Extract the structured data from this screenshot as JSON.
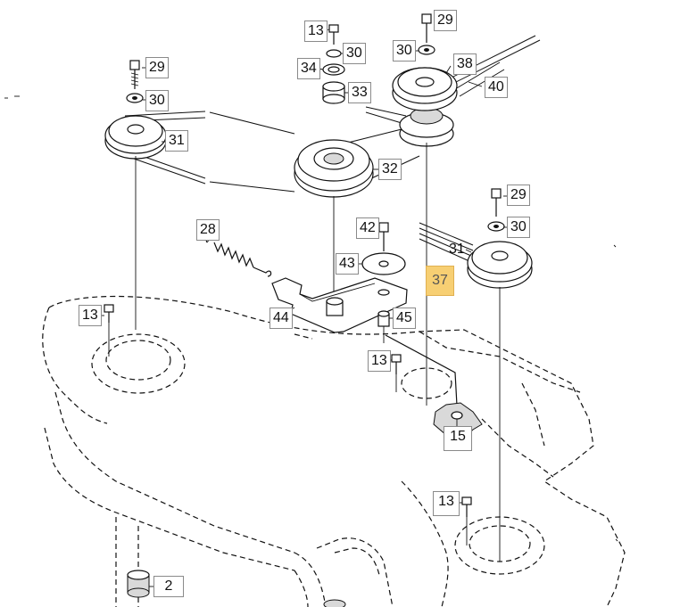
{
  "callouts": [
    {
      "id": "c13a",
      "label": "13"
    },
    {
      "id": "c30a",
      "label": "30"
    },
    {
      "id": "c34",
      "label": "34"
    },
    {
      "id": "c33",
      "label": "33"
    },
    {
      "id": "c29a",
      "label": "29"
    },
    {
      "id": "c30b",
      "label": "30"
    },
    {
      "id": "c38",
      "label": "38"
    },
    {
      "id": "c40",
      "label": "40"
    },
    {
      "id": "c29b",
      "label": "29"
    },
    {
      "id": "c30c",
      "label": "30"
    },
    {
      "id": "c31a",
      "label": "31"
    },
    {
      "id": "c32",
      "label": "32"
    },
    {
      "id": "c28",
      "label": "28"
    },
    {
      "id": "c42",
      "label": "42"
    },
    {
      "id": "c43",
      "label": "43"
    },
    {
      "id": "c37",
      "label": "37"
    },
    {
      "id": "c29c",
      "label": "29"
    },
    {
      "id": "c30d",
      "label": "30"
    },
    {
      "id": "c31b",
      "label": "31"
    },
    {
      "id": "c44",
      "label": "44"
    },
    {
      "id": "c45",
      "label": "45"
    },
    {
      "id": "c13b",
      "label": "13"
    },
    {
      "id": "c13c",
      "label": "13"
    },
    {
      "id": "c15",
      "label": "15"
    },
    {
      "id": "c13d",
      "label": "13"
    },
    {
      "id": "c2",
      "label": "2"
    }
  ],
  "highlight_callout": "37",
  "colors": {
    "highlight": "#f7cf73",
    "line": "#111111",
    "box_border": "#8a8a8a"
  }
}
